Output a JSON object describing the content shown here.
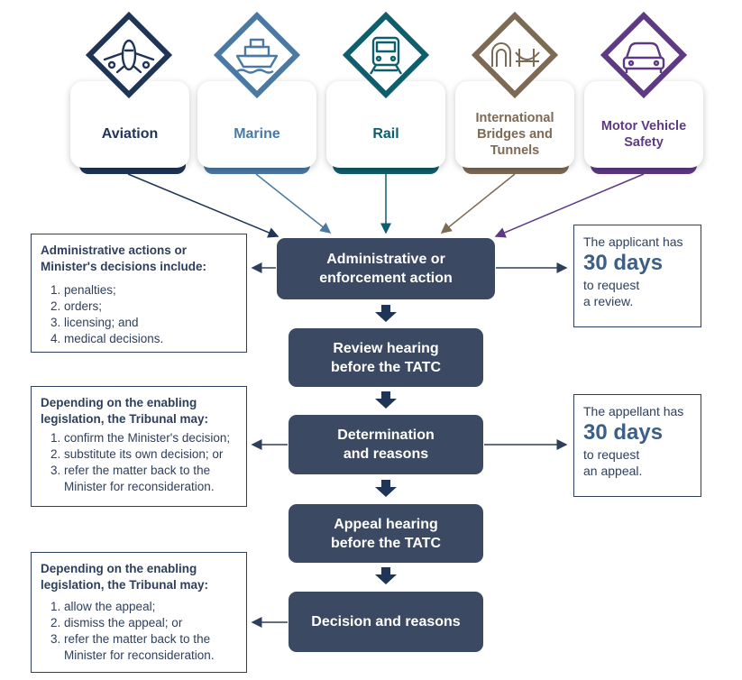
{
  "modes": [
    {
      "label": "Aviation",
      "color": "#1f3557",
      "icon": "airplane-icon"
    },
    {
      "label": "Marine",
      "color": "#4a7aa3",
      "icon": "ship-icon"
    },
    {
      "label": "Rail",
      "color": "#0f5e6e",
      "icon": "train-icon"
    },
    {
      "label": "International Bridges and Tunnels",
      "color": "#7d6a55",
      "icon": "bridge-tunnel-icon"
    },
    {
      "label": "Motor Vehicle Safety",
      "color": "#5d3a83",
      "icon": "car-icon"
    }
  ],
  "steps": [
    "Administrative or enforcement action",
    "Review hearing before the TATC",
    "Determination and reasons",
    "Appeal hearing before the TATC",
    "Decision and reasons"
  ],
  "info_boxes": [
    {
      "title": "Administrative actions or Minister's decisions include:",
      "items": [
        "penalties;",
        "orders;",
        "licensing; and",
        "medical decisions."
      ]
    },
    {
      "title": "Depending on the enabling legislation, the Tribunal may:",
      "items": [
        "confirm the Minister's decision;",
        "substitute its own decision; or",
        "refer the matter back to the Minister for reconsideration."
      ]
    },
    {
      "title": "Depending on the enabling legislation, the Tribunal may:",
      "items": [
        "allow the appeal;",
        "dismiss the appeal; or",
        "refer the matter back to the Minister for reconsideration."
      ]
    }
  ],
  "deadlines": [
    {
      "pre": "The applicant has",
      "big": "30 days",
      "post1": "to request",
      "post2": "a review."
    },
    {
      "pre": "The appellant has",
      "big": "30 days",
      "post1": "to request",
      "post2": "an appeal."
    }
  ],
  "colors": {
    "step": "#3b4a62",
    "box_border": "#2e3f5c",
    "highlight": "#3d5f86"
  }
}
